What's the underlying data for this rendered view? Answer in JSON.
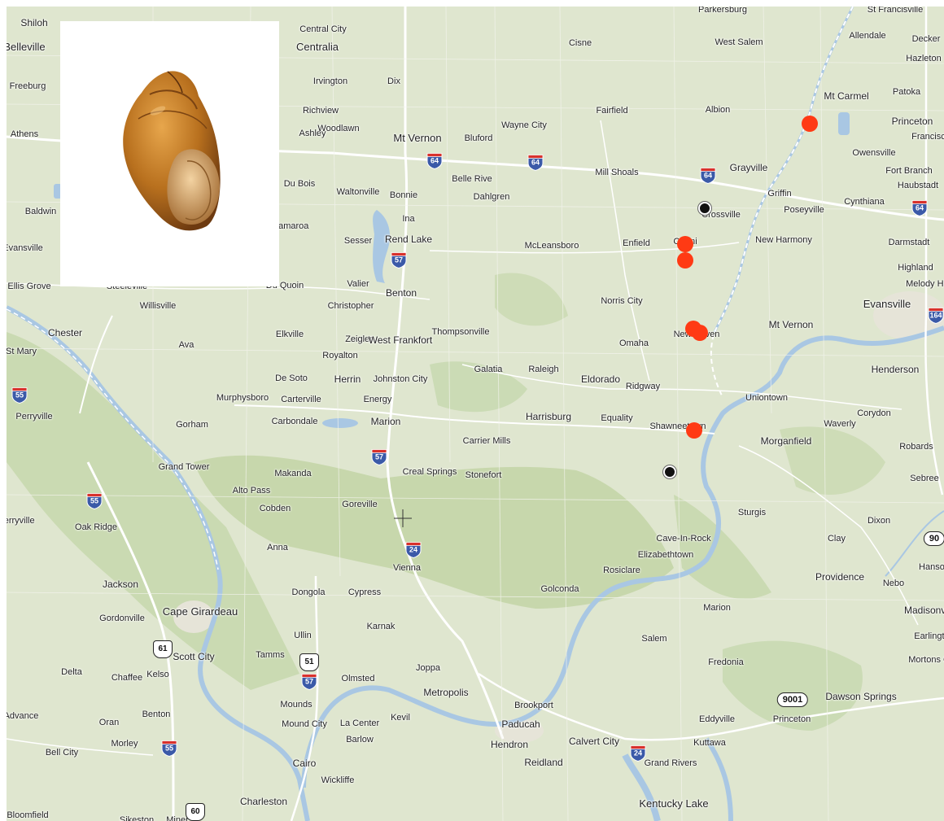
{
  "map": {
    "colors": {
      "land": "#dfe6cf",
      "forest": "#c6d7ae",
      "water": "#a9c7e3",
      "road": "#ffffff",
      "state_line": "#ffffff",
      "marker_red": "#ff3a14",
      "marker_black": "#111111"
    },
    "inset_image": {
      "description_icon": "snail-shell-photo"
    },
    "cities": [
      "Shiloh",
      "Belleville",
      "Freeburg",
      "Athens",
      "Baldwin",
      "Evansville",
      "Ellis Grove",
      "Central City",
      "Centralia",
      "Irvington",
      "Dix",
      "Richview",
      "Ashley",
      "Woodlawn",
      "Mt Vernon",
      "Bluford",
      "Wayne City",
      "Fairfield",
      "Albion",
      "Cisne",
      "West Salem",
      "Parkersburg",
      "St Francisville",
      "Allendale",
      "Decker",
      "Hazleton",
      "Patoka",
      "Mt Carmel",
      "Princeton",
      "Francisco",
      "Owensville",
      "Fort Branch",
      "Haubstadt",
      "Grayville",
      "Griffin",
      "Cynthiana",
      "Poseyville",
      "Crossville",
      "New Harmony",
      "Carmi",
      "Darmstadt",
      "Highland",
      "Melody Hill",
      "Evansville",
      "Du Bois",
      "Waltonville",
      "Bonnie",
      "Belle Rive",
      "Dahlgren",
      "Mill Shoals",
      "Ina",
      "Sesser",
      "Rend Lake",
      "McLeansboro",
      "Enfield",
      "Tamaroa",
      "Du Quoin",
      "Valier",
      "Benton",
      "Steeleville",
      "Willisville",
      "Christopher",
      "Norris City",
      "Chester",
      "Ava",
      "Elkville",
      "Zeigler",
      "West Frankfort",
      "Thompsonville",
      "Royalton",
      "St Mary",
      "New Haven",
      "Omaha",
      "Mt Vernon",
      "Henderson",
      "De Soto",
      "Herrin",
      "Johnston City",
      "Galatia",
      "Raleigh",
      "Eldorado",
      "Ridgway",
      "Murphysboro",
      "Carterville",
      "Energy",
      "Uniontown",
      "Corydon",
      "Waverly",
      "Perryville",
      "Gorham",
      "Carbondale",
      "Marion",
      "Harrisburg",
      "Equality",
      "Shawneetown",
      "Morganfield",
      "Robards",
      "Carrier Mills",
      "Grand Tower",
      "Makanda",
      "Creal Springs",
      "Stonefort",
      "Sebree",
      "Alto Pass",
      "Cobden",
      "Goreville",
      "Sturgis",
      "Dixon",
      "Perryville",
      "Oak Ridge",
      "Cave-In-Rock",
      "Elizabethtown",
      "Clay",
      "Anna",
      "Vienna",
      "Rosiclare",
      "Providence",
      "Nebo",
      "Hanson",
      "Jackson",
      "Dongola",
      "Cypress",
      "Golconda",
      "Cape Girardeau",
      "Marion",
      "Madisonville",
      "Gordonville",
      "Ullin",
      "Karnak",
      "Salem",
      "Earlington",
      "Scott City",
      "Tamms",
      "Mortons Gap",
      "Delta",
      "Chaffee",
      "Kelso",
      "Olmsted",
      "Joppa",
      "Fredonia",
      "Metropolis",
      "Dawson Springs",
      "Benton",
      "Brookport",
      "Advance",
      "Oran",
      "Mounds",
      "Kevil",
      "Paducah",
      "Eddyville",
      "Princeton",
      "Mound City",
      "La Center",
      "Morley",
      "Barlow",
      "Hendron",
      "Calvert City",
      "Kuttawa",
      "Bell City",
      "Reidland",
      "Grand Rivers",
      "Cairo",
      "Wickliffe",
      "Kentucky Lake",
      "Charleston",
      "Bloomfield",
      "Sikeston",
      "Miner"
    ],
    "interstate_shields": [
      "64",
      "64",
      "64",
      "64",
      "57",
      "57",
      "55",
      "55",
      "55",
      "24",
      "24",
      "57",
      "164"
    ],
    "us_highway_shields": [
      "61",
      "51",
      "60"
    ],
    "state_route_shields": [
      "9001",
      "9001",
      "90"
    ]
  }
}
